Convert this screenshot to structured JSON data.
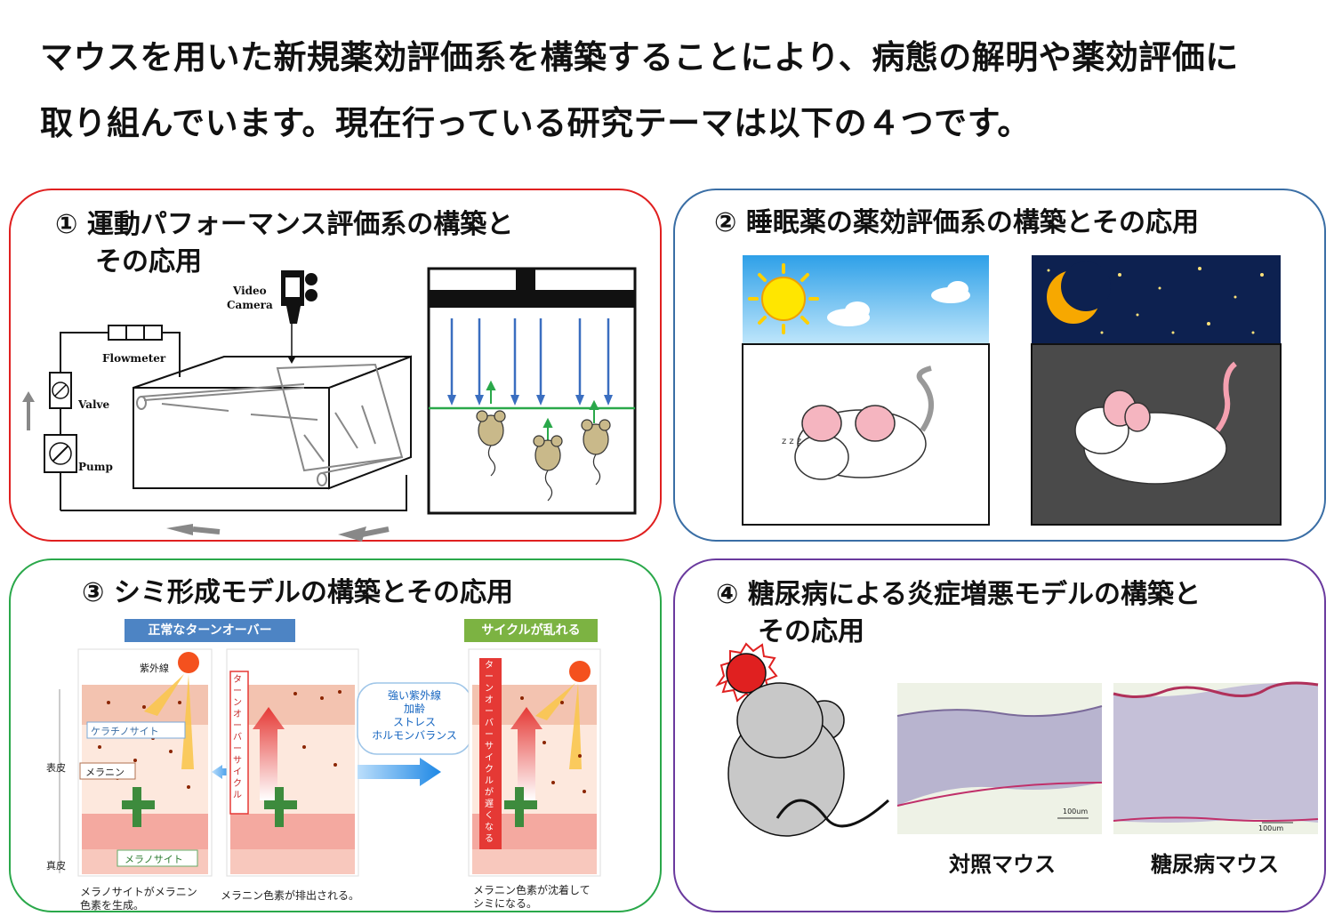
{
  "intro": {
    "line1": "マウスを用いた新規薬効評価系を構築することにより、病態の解明や薬効評価に",
    "line2": "取り組んでいます。現在行っている研究テーマは以下の４つです。"
  },
  "panels": [
    {
      "title_line1": "① 運動パフォーマンス評価系の構築と",
      "title_line2": "その応用",
      "labels": {
        "video": "Video",
        "camera": "Camera",
        "flowmeter": "Flowmeter",
        "valve": "Valve",
        "pump": "Pump"
      },
      "color": "#e02020"
    },
    {
      "title": "② 睡眠薬の薬効評価系の構築とその応用",
      "color": "#3a6ea5"
    },
    {
      "title": "③ シミ形成モデルの構築とその応用",
      "color": "#2aa84a",
      "badge_normal": "正常なターンオーバー",
      "badge_disturbed": "サイクルが乱れる",
      "uv": "紫外線",
      "keratinocyte": "ケラチノサイト",
      "melanin": "メラニン",
      "melanocyte": "メラノサイト",
      "epidermis": "表皮",
      "dermis": "真皮",
      "turnover_cycle": "ターンオーバーサイクル",
      "turnover_slow": "ターンオーバーサイクルが遅くなる",
      "factors": [
        "強い紫外線",
        "加齢",
        "ストレス",
        "ホルモンバランス"
      ],
      "caption1_line1": "メラノサイトがメラニン",
      "caption1_line2": "色素を生成。",
      "caption2": "メラニン色素が排出される。",
      "caption3_line1": "メラニン色素が沈着して",
      "caption3_line2": "シミになる。"
    },
    {
      "title_line1": "④ 糖尿病による炎症増悪モデルの構築と",
      "title_line2": "その応用",
      "color": "#6a3a9e",
      "caption_control": "対照マウス",
      "caption_diabetic": "糖尿病マウス",
      "scale1": "100um",
      "scale2": "100um"
    }
  ]
}
